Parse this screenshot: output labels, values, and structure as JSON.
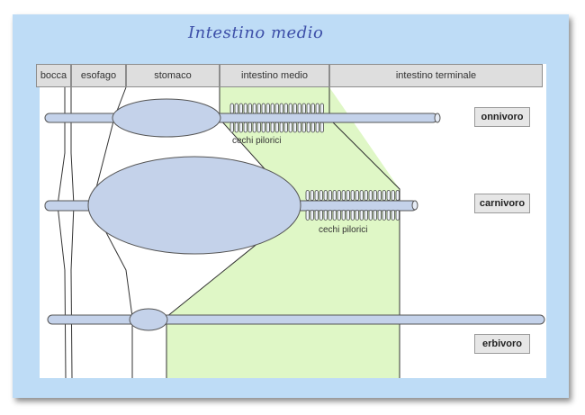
{
  "title": "Intestino medio",
  "header": {
    "columns": [
      "bocca",
      "esofago",
      "stomaco",
      "intestino medio",
      "intestino terminale"
    ]
  },
  "rows": [
    {
      "label": "onnivoro",
      "caeca_label": "cechi pilorici"
    },
    {
      "label": "carnivoro",
      "caeca_label": "cechi pilorici"
    },
    {
      "label": "erbivoro"
    }
  ],
  "colors": {
    "background": "#bedcf6",
    "midgut_highlight": "#dff7c6",
    "organ_fill": "#c4d2ea",
    "title": "#3d4fa8"
  }
}
